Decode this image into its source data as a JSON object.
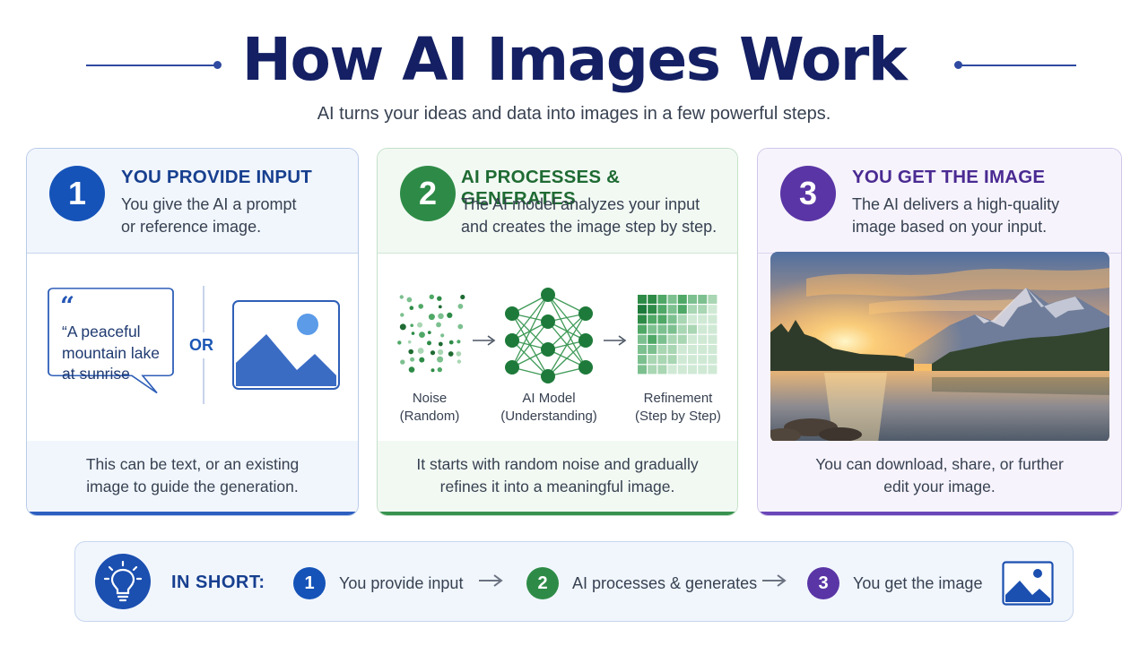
{
  "header": {
    "title": "How AI Images Work",
    "subtitle": "AI turns your ideas and data into images in a few powerful steps."
  },
  "steps": [
    {
      "number": "1",
      "title": "YOU PROVIDE INPUT",
      "description_lines": [
        "You give the AI a prompt",
        "or reference image."
      ],
      "footer_lines": [
        "This can be text, or an existing",
        "image to guide the generation."
      ],
      "prompt_mark": "“",
      "prompt_lines": [
        "“A peaceful",
        "mountain lake",
        "at sunrise"
      ],
      "or_label": "OR",
      "color": "#1553b8"
    },
    {
      "number": "2",
      "title": "AI PROCESSES & GENERATES",
      "description_lines": [
        "The AI model analyzes your input",
        "and creates the image step by step."
      ],
      "footer_lines": [
        "It starts with random noise and gradually",
        "refines it into a meaningful image."
      ],
      "stages": [
        {
          "label": "Noise",
          "sub": "(Random)"
        },
        {
          "label": "AI Model",
          "sub": "(Understanding)"
        },
        {
          "label": "Refinement",
          "sub": "(Step by Step)"
        }
      ],
      "color": "#2e8b47"
    },
    {
      "number": "3",
      "title": "YOU GET THE IMAGE",
      "description_lines": [
        "The AI delivers a high-quality",
        "image based on your input."
      ],
      "footer_lines": [
        "You can download, share, or further",
        "edit your image."
      ],
      "color": "#5a35a5"
    }
  ],
  "summary": {
    "label": "IN SHORT:",
    "items": [
      {
        "number": "1",
        "text": "You provide input",
        "color": "#1553b8"
      },
      {
        "number": "2",
        "text": "AI processes & generates",
        "color": "#2e8b47"
      },
      {
        "number": "3",
        "text": "You get the image",
        "color": "#5a35a5"
      }
    ]
  }
}
